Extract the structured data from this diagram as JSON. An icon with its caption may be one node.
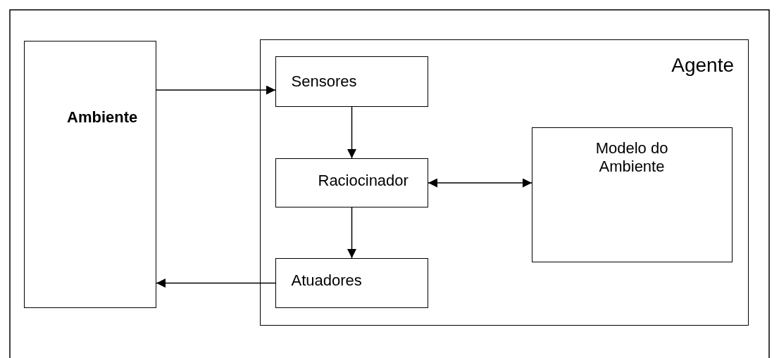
{
  "diagram": {
    "nodes": [
      {
        "text": [
          "Ambiente"
        ]
      },
      {
        "text": [
          "Agente"
        ]
      },
      {
        "text": [
          "Sensores"
        ],
        "in": 1
      },
      {
        "text": [
          "Raciocinador"
        ],
        "in": 1
      },
      {
        "text": [
          "Modelo do Ambiente"
        ],
        "in": 1
      },
      {
        "text": [
          "Atuadores"
        ],
        "in": 1
      }
    ],
    "edges": [
      {
        "from": 0,
        "to": 2,
        "arrow": "to"
      },
      {
        "from": 2,
        "to": 3,
        "arrow": "to"
      },
      {
        "from": 3,
        "to": 4,
        "arrow": "both"
      },
      {
        "from": 3,
        "to": 5,
        "arrow": "to"
      },
      {
        "from": 5,
        "to": 0,
        "arrow": "to"
      }
    ]
  }
}
